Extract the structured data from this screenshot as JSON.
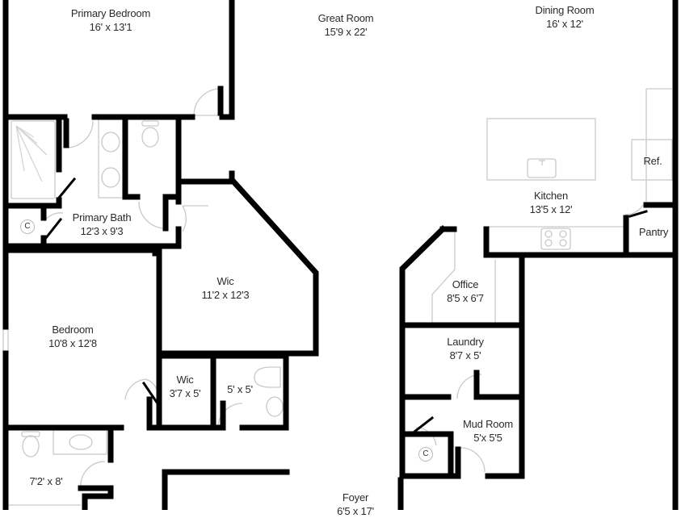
{
  "plan": {
    "title": "Floor Plan",
    "colors": {
      "wall": "#000000",
      "fixture": "#c8c8c8",
      "text": "#2b2b2b",
      "background": "#ffffff"
    }
  },
  "rooms": [
    {
      "id": "primary-bedroom",
      "name": "Primary Bedroom",
      "dimensions": "16' x 13'1"
    },
    {
      "id": "great-room",
      "name": "Great Room",
      "dimensions": "15'9 x 22'"
    },
    {
      "id": "dining-room",
      "name": "Dining Room",
      "dimensions": "16' x 12'"
    },
    {
      "id": "kitchen",
      "name": "Kitchen",
      "dimensions": "13'5 x 12'"
    },
    {
      "id": "pantry",
      "name": "Pantry",
      "dimensions": ""
    },
    {
      "id": "primary-bath",
      "name": "Primary Bath",
      "dimensions": "12'3 x 9'3"
    },
    {
      "id": "wic-large",
      "name": "Wic",
      "dimensions": "11'2 x 12'3"
    },
    {
      "id": "office",
      "name": "Office",
      "dimensions": "8'5 x 6'7"
    },
    {
      "id": "laundry",
      "name": "Laundry",
      "dimensions": "8'7 x 5'"
    },
    {
      "id": "bedroom",
      "name": "Bedroom",
      "dimensions": "10'8 x 12'8"
    },
    {
      "id": "wic-small",
      "name": "Wic",
      "dimensions": "3'7 x 5'"
    },
    {
      "id": "half-bath",
      "name": "",
      "dimensions": "5' x 5'"
    },
    {
      "id": "mud-room",
      "name": "Mud Room",
      "dimensions": "5'x 5'5"
    },
    {
      "id": "bath-2",
      "name": "",
      "dimensions": "7'2' x 8'"
    },
    {
      "id": "foyer",
      "name": "Foyer",
      "dimensions": "6'5 x 17'"
    }
  ],
  "fixtures": {
    "refrigerator_label": "Ref.",
    "closet_label": "C"
  }
}
